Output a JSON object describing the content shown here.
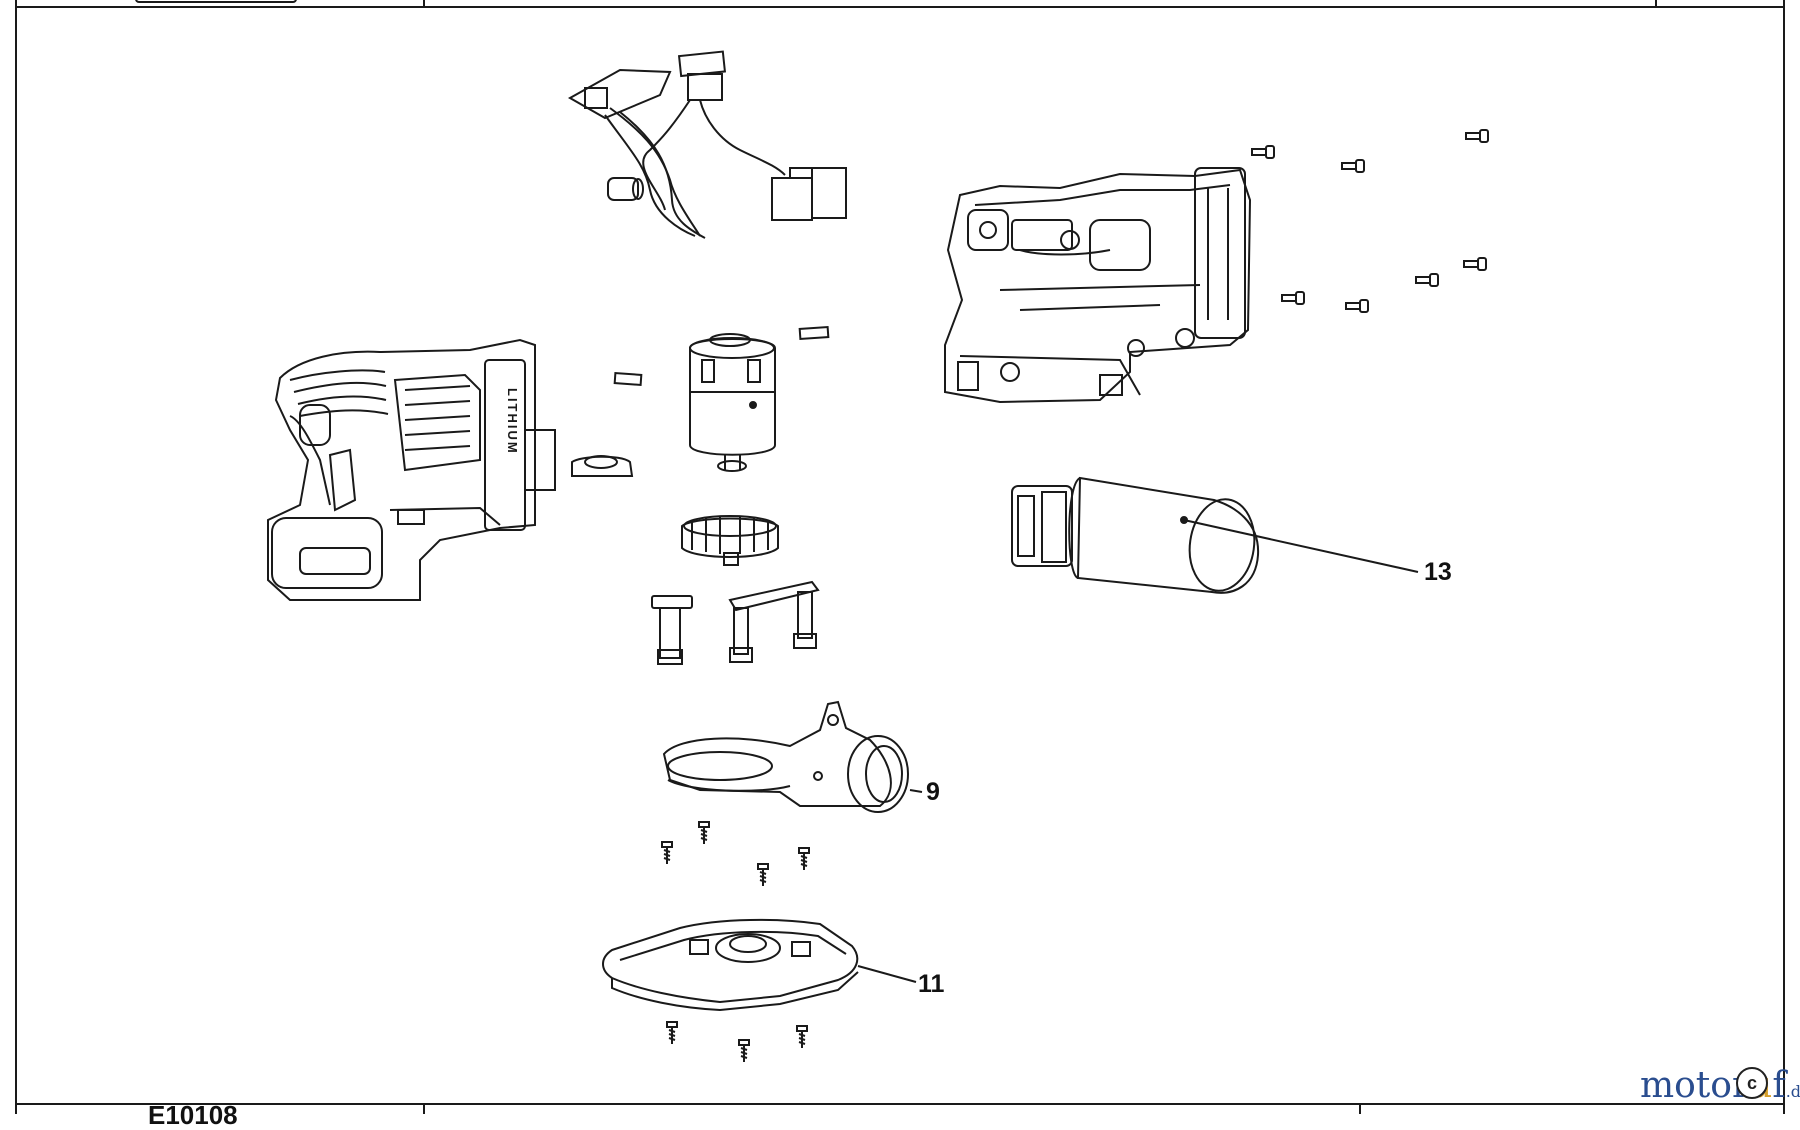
{
  "callouts": {
    "fan_baffle": "9",
    "base_plate": "11",
    "battery_pack": "13"
  },
  "title_block": {
    "drawing_code": "E10108"
  },
  "watermark": {
    "brand_main": "motor",
    "brand_accent": "u",
    "brand_end": "f",
    "domain": ".de",
    "badge": "c"
  },
  "housing_label": "LITHIUM",
  "colors": {
    "line": "#1a1a1a",
    "watermark_blue": "#2a4d8f",
    "watermark_gold": "#d7a02a"
  }
}
